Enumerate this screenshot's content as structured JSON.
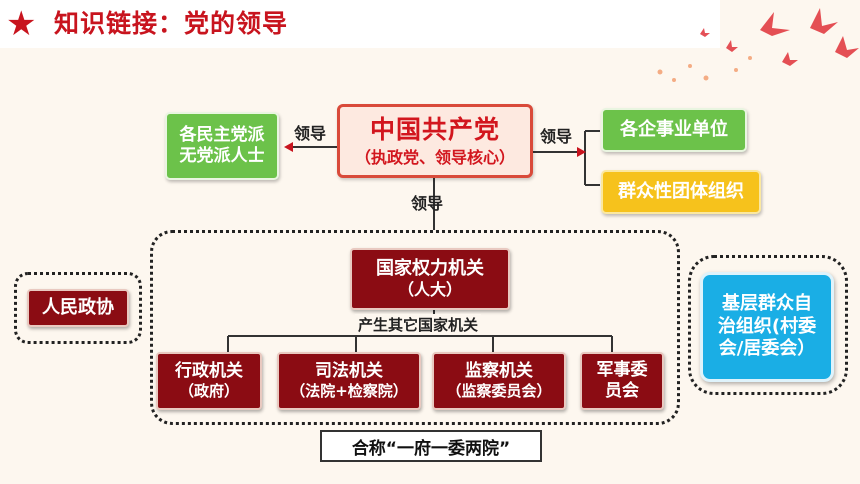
{
  "header": {
    "title": "知识链接：党的领导"
  },
  "diagram": {
    "party": {
      "name": "中国共产党",
      "role": "（执政党、领导核心）"
    },
    "democratic_parties": [
      "各民主党派",
      "无党派人士"
    ],
    "enterprises": "各企事业单位",
    "mass_orgs": "群众性团体组织",
    "edge_labels": {
      "left": "领导",
      "right": "领导",
      "down": "领导"
    },
    "power_organ": {
      "name": "国家权力机关",
      "sub": "（人大）"
    },
    "produce_label": "产生其它国家机关",
    "organs": [
      {
        "name": "行政机关",
        "sub": "（政府）"
      },
      {
        "name": "司法机关",
        "sub": "（法院+检察院）"
      },
      {
        "name": "监察机关",
        "sub": "（监察委员会）"
      },
      {
        "name": "军事委员会",
        "lines": [
          "军事委",
          "员会"
        ]
      }
    ],
    "cppcc": "人民政协",
    "grassroots": [
      "基层群众自",
      "治组织(村委",
      "会/居委会）"
    ],
    "note": "合称“一府一委两院”"
  },
  "colors": {
    "accent": "#c8141e",
    "green": "#6cc24a",
    "yellow": "#f6c21c",
    "darkred": "#8b0c13",
    "cyan": "#1aaee5"
  }
}
